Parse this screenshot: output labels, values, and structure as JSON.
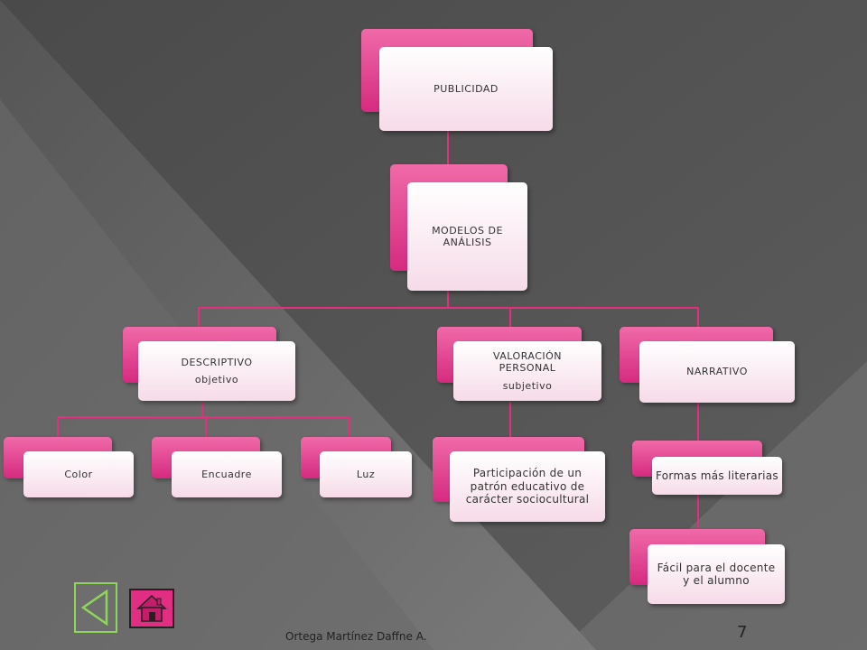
{
  "diagram": {
    "root": {
      "label": "PUBLICIDAD"
    },
    "level1": {
      "label": "MODELOS DE ANÁLISIS"
    },
    "level2": [
      {
        "label": "DESCRIPTIVO",
        "sublabel": "objetivo"
      },
      {
        "label": "VALORACIÓN PERSONAL",
        "sublabel": "subjetivo"
      },
      {
        "label": "NARRATIVO",
        "sublabel": ""
      }
    ],
    "descriptivo_children": [
      "Color",
      "Encuadre",
      "Luz"
    ],
    "valoracion_child": "Participación de un patrón educativo de carácter sociocultural",
    "narrativo_children": [
      "Formas más literarias",
      "Fácil para el docente y el alumno"
    ]
  },
  "footer": {
    "author": "Ortega Martínez Daffne A.",
    "page_number": "7"
  },
  "nav": {
    "back_icon": "triangle-left-icon",
    "home_icon": "home-icon"
  },
  "colors": {
    "accent": "#e12e82",
    "connector": "#e0307e",
    "nav_border": "#8ed55a"
  }
}
